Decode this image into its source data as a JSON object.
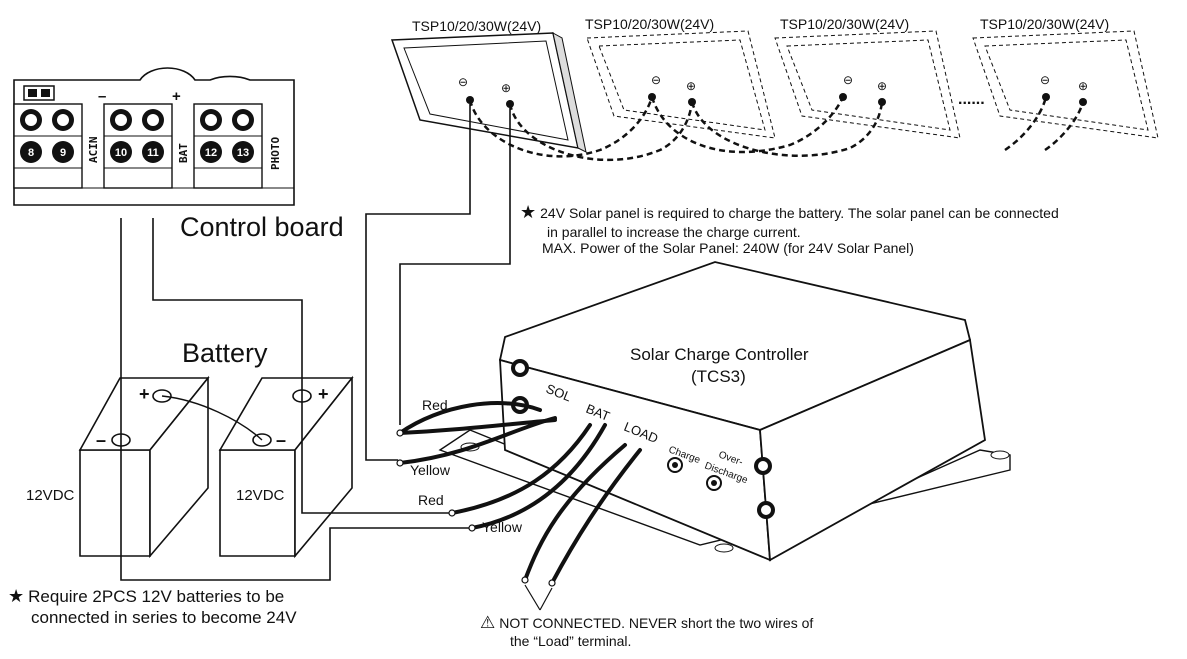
{
  "panels": {
    "label": "TSP10/20/30W(24V)",
    "ellipsis": "......",
    "minus": "⊖",
    "plus": "⊕"
  },
  "control_board": {
    "title": "Control board",
    "terminals": [
      "8",
      "9",
      "10",
      "11",
      "12",
      "13"
    ],
    "group_labels": [
      "ACIN",
      "BAT",
      "PHOTO"
    ],
    "polarity_minus": "–",
    "polarity_plus": "+"
  },
  "battery": {
    "title": "Battery",
    "cell_label": "12VDC",
    "plus": "+",
    "minus": "–"
  },
  "controller": {
    "title": "Solar Charge Controller",
    "model": "(TCS3)",
    "port_sol": "SOL",
    "port_bat": "BAT",
    "port_load": "LOAD",
    "led_charge": "Charge",
    "led_over": "Over-",
    "led_discharge": "Discharge"
  },
  "wires": {
    "red": "Red",
    "yellow": "Yellow"
  },
  "notes": {
    "solar_line1": "24V Solar panel is required to charge the battery. The solar panel can be connected",
    "solar_line2": "in parallel to increase the charge current.",
    "solar_line3": "MAX. Power of the Solar Panel: 240W (for 24V Solar Panel)",
    "battery_line1": "Require 2PCS 12V batteries to be",
    "battery_line2": "connected in series to become 24V",
    "load_line1": "NOT CONNECTED. NEVER short the two wires of",
    "load_line2": "the “Load” terminal."
  },
  "icons": {
    "star": "★",
    "warning": "⚠"
  }
}
